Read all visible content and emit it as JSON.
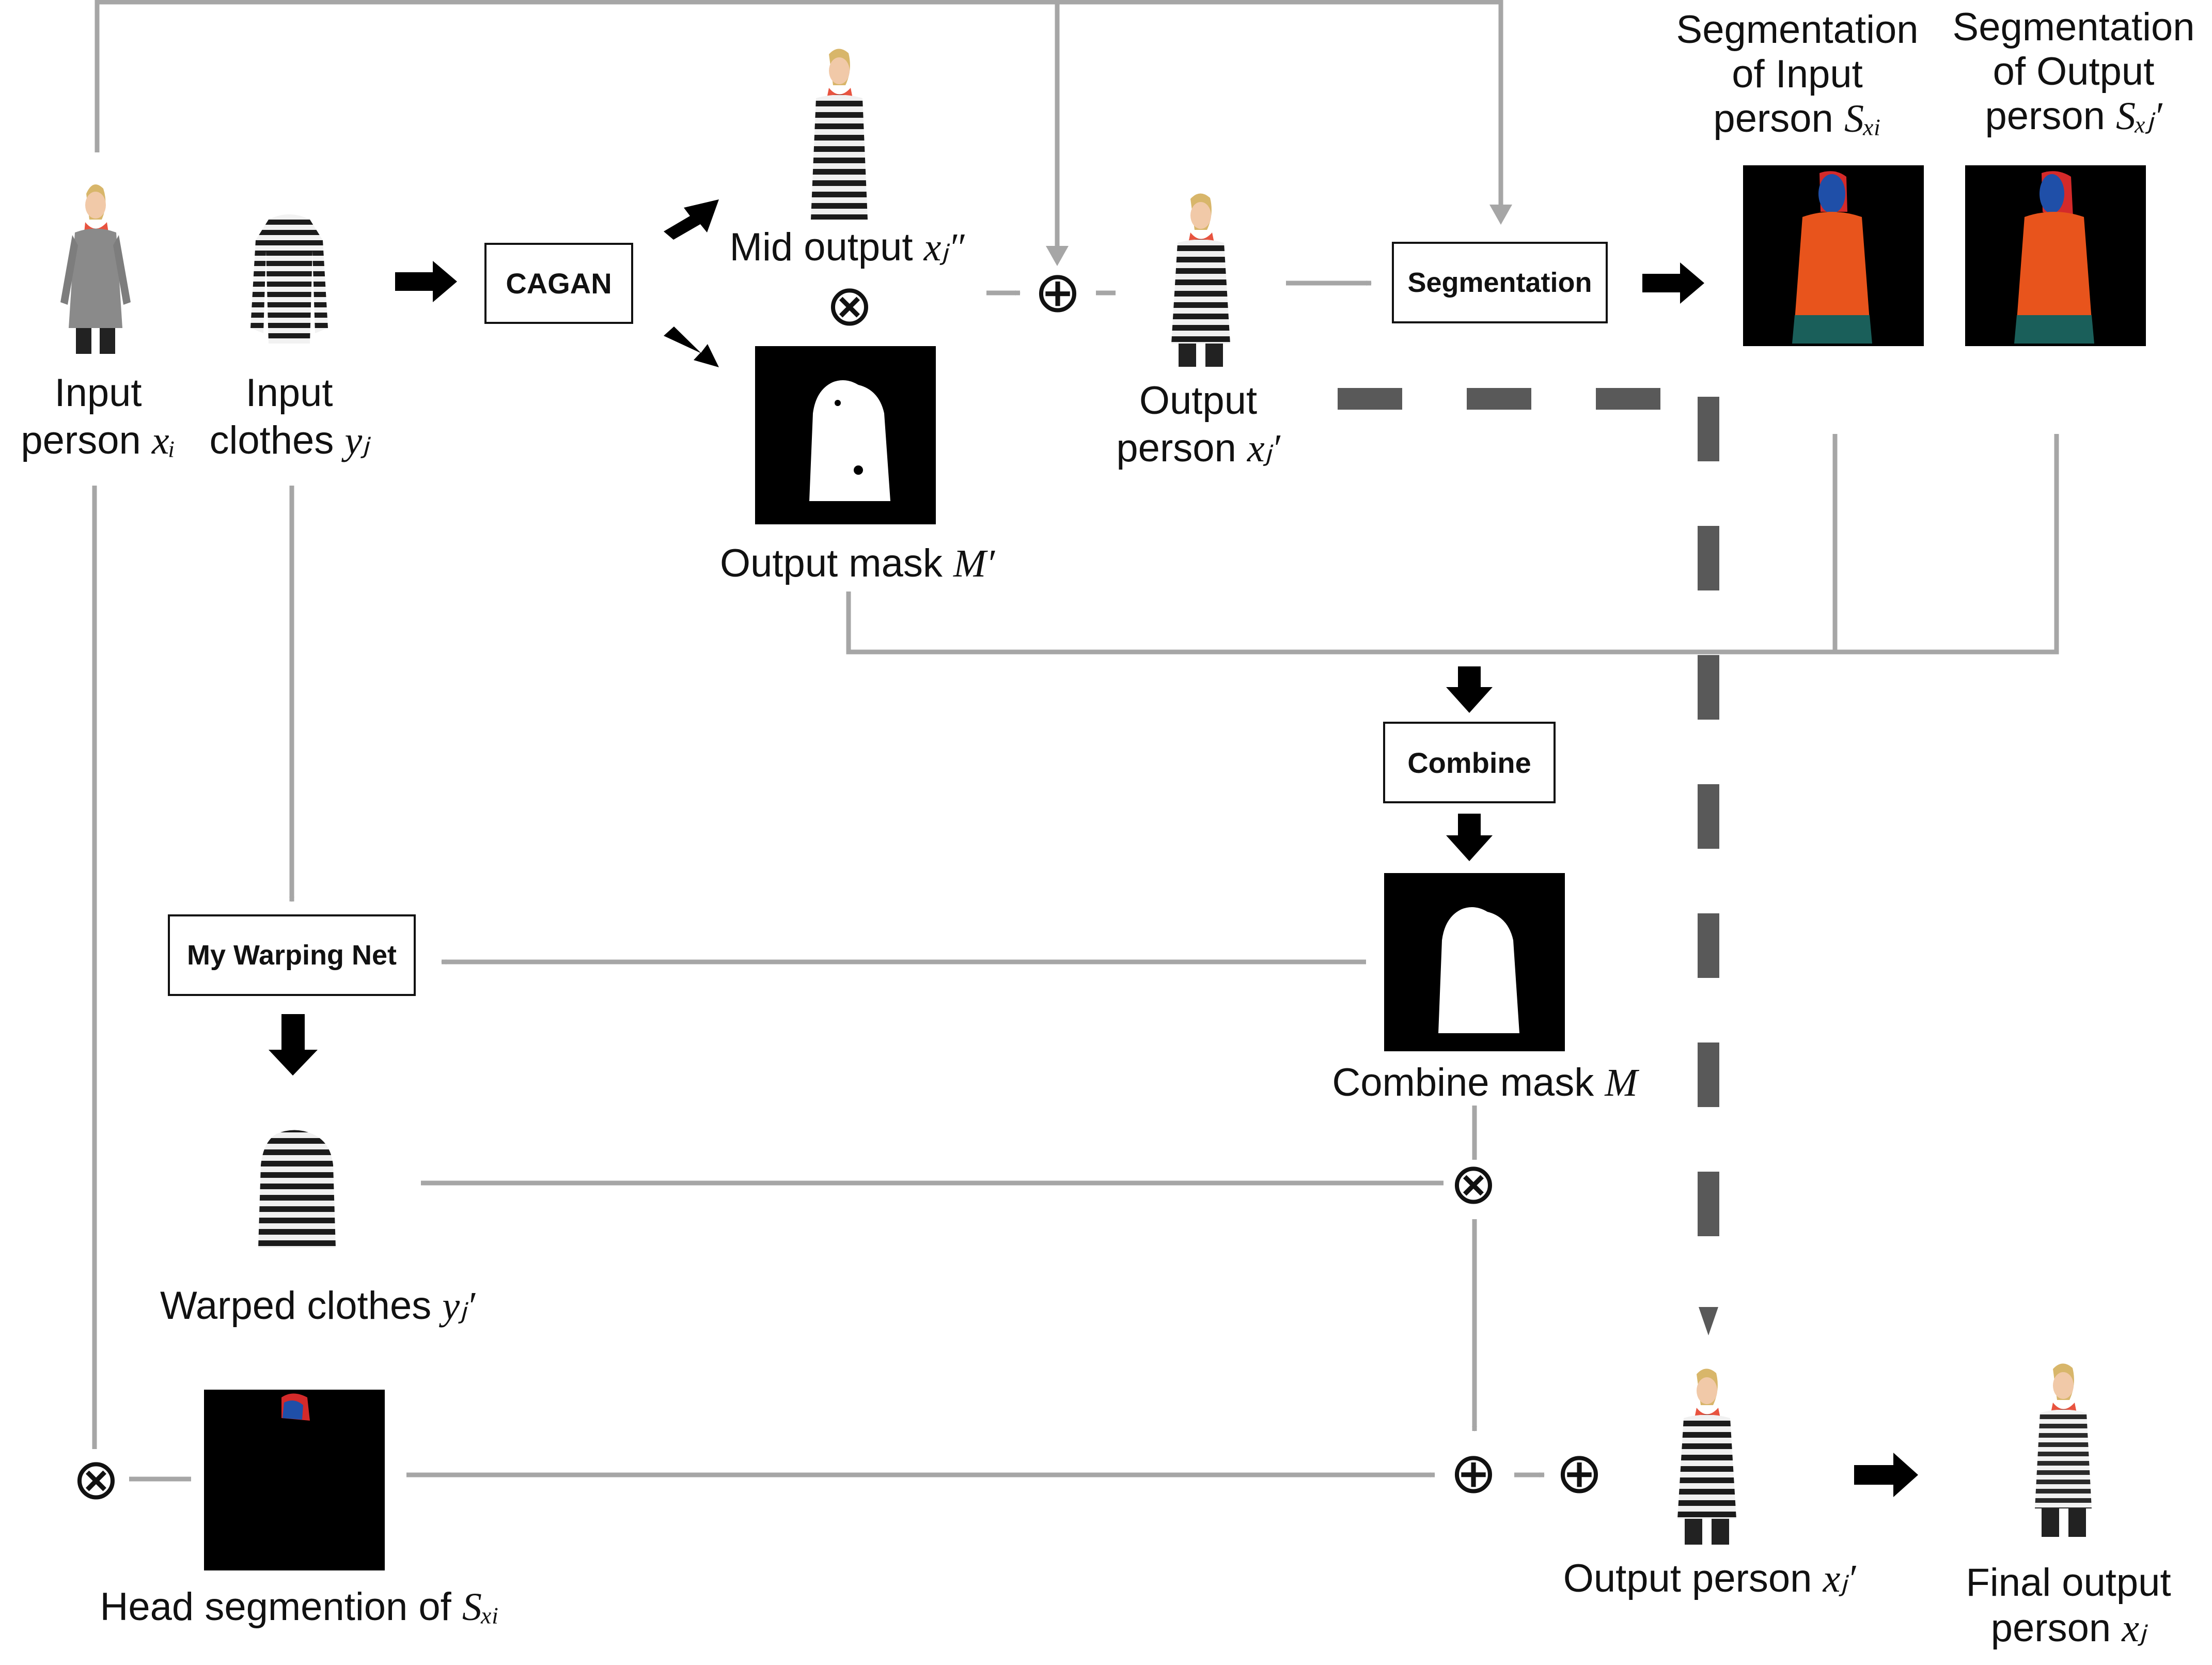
{
  "labels": {
    "input_person_1": "Input",
    "input_person_2": "person",
    "input_person_var": "xᵢ",
    "input_clothes_1": "Input",
    "input_clothes_2": "clothes",
    "input_clothes_var": "yⱼ",
    "mid_output": "Mid output",
    "mid_output_var": "xⱼ″",
    "output_mask": "Output mask",
    "output_mask_var": "M′",
    "output_person_top_1": "Output",
    "output_person_top_2": "person",
    "output_person_top_var": "xⱼ′",
    "seg_input_1": "Segmentation",
    "seg_input_2": "of Input",
    "seg_input_3": "person",
    "seg_input_var": "Sₓᵢ",
    "seg_output_1": "Segmentation",
    "seg_output_2": "of Output",
    "seg_output_3": "person",
    "seg_output_var": "Sₓⱼ′",
    "combine_mask": "Combine mask",
    "combine_mask_var": "M",
    "warped_clothes": "Warped clothes",
    "warped_clothes_var": "yⱼ′",
    "head_seg": "Head segmention of",
    "head_seg_var": "Sₓᵢ",
    "output_person_bottom": "Output person",
    "output_person_bottom_var": "xⱼ′",
    "final_output_1": "Final output",
    "final_output_2": "person",
    "final_output_var": "xⱼ"
  },
  "boxes": {
    "cagan": "CAGAN",
    "segmentation": "Segmentation",
    "combine": "Combine",
    "warping_net": "My Warping Net"
  },
  "operators": {
    "multiply": "⊗",
    "add": "⊕"
  },
  "colors": {
    "connector": "#a6a6a6",
    "dashed": "#595959",
    "arrow": "#000000",
    "seg_body": "#e8541c",
    "seg_head": "#1f4fa8",
    "seg_hair": "#d42a2a",
    "seg_legs": "#1a5f5a",
    "scarf": "#e8533f"
  },
  "icons": {
    "person_photo": "woman-photo-icon",
    "clothes_photo": "striped-sweater-icon",
    "mask": "white-mask-icon",
    "segmentation_map": "segmentation-map-icon"
  }
}
